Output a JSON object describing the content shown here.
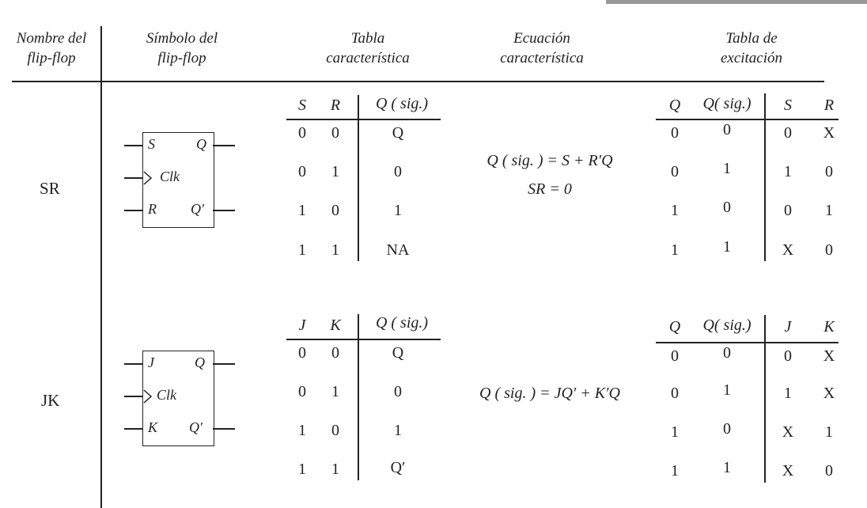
{
  "headers": {
    "name": [
      "Nombre del",
      "flip-flop"
    ],
    "symbol": [
      "Símbolo del",
      "flip-flop"
    ],
    "char_table": [
      "Tabla",
      "característica"
    ],
    "char_eq": [
      "Ecuación",
      "característica"
    ],
    "exc_table": [
      "Tabla de",
      "excitación"
    ]
  },
  "flipflops": [
    {
      "name": "SR",
      "symbol": {
        "in1": "S",
        "clk": "Clk",
        "in2": "R",
        "out1": "Q",
        "out2": "Q′"
      },
      "char_table": {
        "columns": [
          "S",
          "R",
          "Q ( sig.)"
        ],
        "rows": [
          [
            "0",
            "0",
            "Q"
          ],
          [
            "0",
            "1",
            "0"
          ],
          [
            "1",
            "0",
            "1"
          ],
          [
            "1",
            "1",
            "NA"
          ]
        ]
      },
      "equation": [
        "Q ( sig. ) = S + R′Q",
        "SR = 0"
      ],
      "exc_table": {
        "columns": [
          "Q",
          "Q( sig.)",
          "S",
          "R"
        ],
        "rows": [
          [
            "0",
            "0",
            "0",
            "X"
          ],
          [
            "0",
            "1",
            "1",
            "0"
          ],
          [
            "1",
            "0",
            "0",
            "1"
          ],
          [
            "1",
            "1",
            "X",
            "0"
          ]
        ]
      }
    },
    {
      "name": "JK",
      "symbol": {
        "in1": "J",
        "clk": "Clk",
        "in2": "K",
        "out1": "Q",
        "out2": "Q′"
      },
      "char_table": {
        "columns": [
          "J",
          "K",
          "Q ( sig.)"
        ],
        "rows": [
          [
            "0",
            "0",
            "Q"
          ],
          [
            "0",
            "1",
            "0"
          ],
          [
            "1",
            "0",
            "1"
          ],
          [
            "1",
            "1",
            "Q′"
          ]
        ]
      },
      "equation": [
        "Q ( sig. ) = JQ′ + K′Q"
      ],
      "exc_table": {
        "columns": [
          "Q",
          "Q( sig.)",
          "J",
          "K"
        ],
        "rows": [
          [
            "0",
            "0",
            "0",
            "X"
          ],
          [
            "0",
            "1",
            "1",
            "X"
          ],
          [
            "1",
            "0",
            "X",
            "1"
          ],
          [
            "1",
            "1",
            "X",
            "0"
          ]
        ]
      }
    }
  ]
}
